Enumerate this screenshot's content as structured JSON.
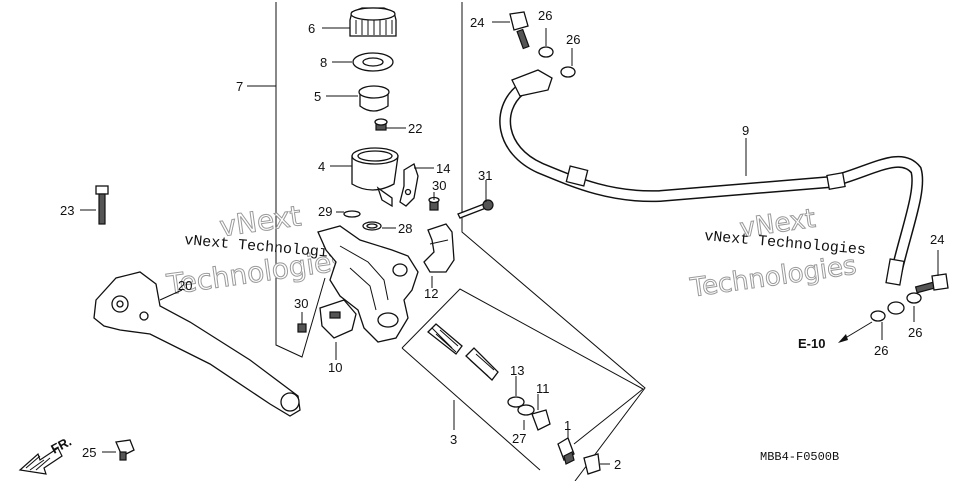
{
  "callouts": [
    "6",
    "8",
    "5",
    "22",
    "4",
    "14",
    "30",
    "29",
    "28",
    "7",
    "23",
    "20",
    "31",
    "12",
    "30",
    "10",
    "13",
    "11",
    "27",
    "1",
    "2",
    "3",
    "24",
    "26",
    "26",
    "9",
    "24",
    "26",
    "26",
    "25"
  ],
  "watermarks": {
    "left_small": "vNext Technologies",
    "left_big_1": "vNext",
    "left_big_2": "Technologies",
    "right_small": "vNext Technologies",
    "right_big_1": "vNext",
    "right_big_2": "Technologies"
  },
  "labels": {
    "reference": "E-10",
    "front": "FR.",
    "diagram_code": "MBB4-F0500B"
  }
}
